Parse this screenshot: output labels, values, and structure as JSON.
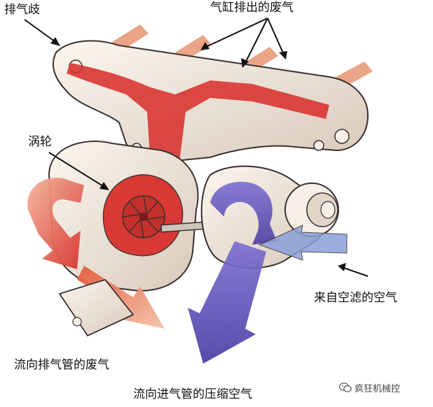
{
  "labels": {
    "exhaust_manifold": "排气歧",
    "cylinder_exhaust": "气缸排出的废气",
    "turbine": "涡轮",
    "air_from_filter": "来自空滤的空气",
    "exhaust_to_pipe": "流向排气管的废气",
    "compressed_air_to_intake": "流向进气管的压缩空气"
  },
  "watermark": {
    "text": "疯狂机械控",
    "icon": "wechat-icon"
  },
  "colors": {
    "exhaust_gas": "#d8312c",
    "exhaust_gas_light": "#ef8a6a",
    "compressed_air": "#5e4fb8",
    "intake_air": "#8aa0d8",
    "housing": "#f3ece4",
    "housing_shadow": "#c9bcae",
    "outline": "#3b3030"
  }
}
